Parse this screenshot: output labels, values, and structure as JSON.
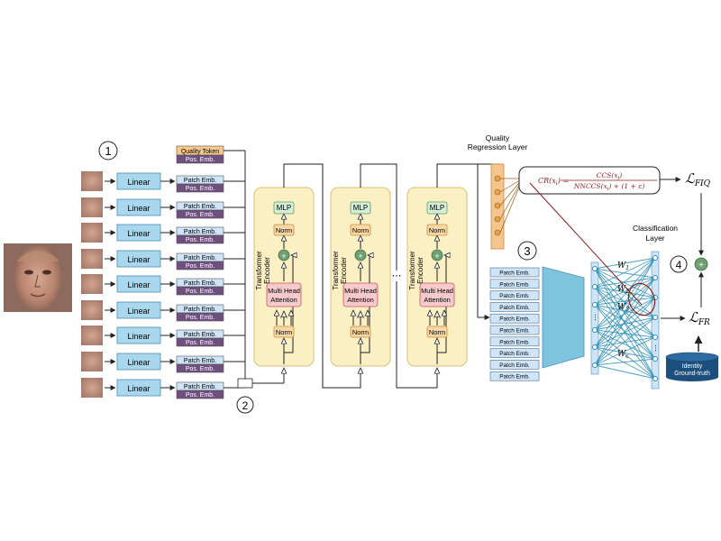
{
  "markers": {
    "m1": "1",
    "m2": "2",
    "m3": "3",
    "m4": "4"
  },
  "linear_label": "Linear",
  "quality_token": "Quality Token",
  "patch_emb": "Patch Emb.",
  "pos_emb": "Pos. Emb.",
  "encoder": {
    "title_line1": "Transformer",
    "title_line2": "Encoder",
    "mlp": "MLP",
    "norm": "Norm",
    "mha_line1": "Multi Head",
    "mha_line2": "Attention",
    "plus": "+",
    "dots": "⋯"
  },
  "between_dots": "⋯",
  "quality_layer": {
    "line1": "Quality",
    "line2": "Regression Layer"
  },
  "classification_layer": {
    "line1": "Classification",
    "line2": "Layer"
  },
  "formula": {
    "lhs": "CR(x",
    "lhs_sub": "i",
    "lhs_close": ") =",
    "numerator": "CCS(x_i)",
    "denominator": "NNCCS(x_i) + (1 + ε)"
  },
  "losses": {
    "fiq_main": "ℒ",
    "fiq_sub": "FIQ",
    "fr_main": "ℒ",
    "fr_sub": "FR"
  },
  "weights": {
    "w1": "W",
    "w1_sub": "1",
    "w2": "W",
    "w2_sub": "2",
    "w3": "W",
    "w3_sub": "3",
    "wc": "W",
    "wc_sub": "c"
  },
  "identity": {
    "line1": "Identity",
    "line2": "Ground-truth"
  },
  "colors": {
    "linear_fill": "#a9d8ee",
    "linear_stroke": "#4a8fb5",
    "patch_fill": "#cfe4f6",
    "pos_fill": "#6e4f7e",
    "token_fill": "#f7c98a",
    "encoder_fill": "#fbf0c4",
    "encoder_stroke": "#d9c07a",
    "mlp_fill": "#d5eed7",
    "norm_fill": "#f9d8a5",
    "mha_fill": "#f6c9cc",
    "plus_fill": "#6f9f72",
    "qr_fill": "#f4c58c",
    "trapezoid": "#7fc4df",
    "net_line": "#2f8fb6",
    "db_fill": "#1b4f7e",
    "dark_red": "#8a1f1f"
  }
}
